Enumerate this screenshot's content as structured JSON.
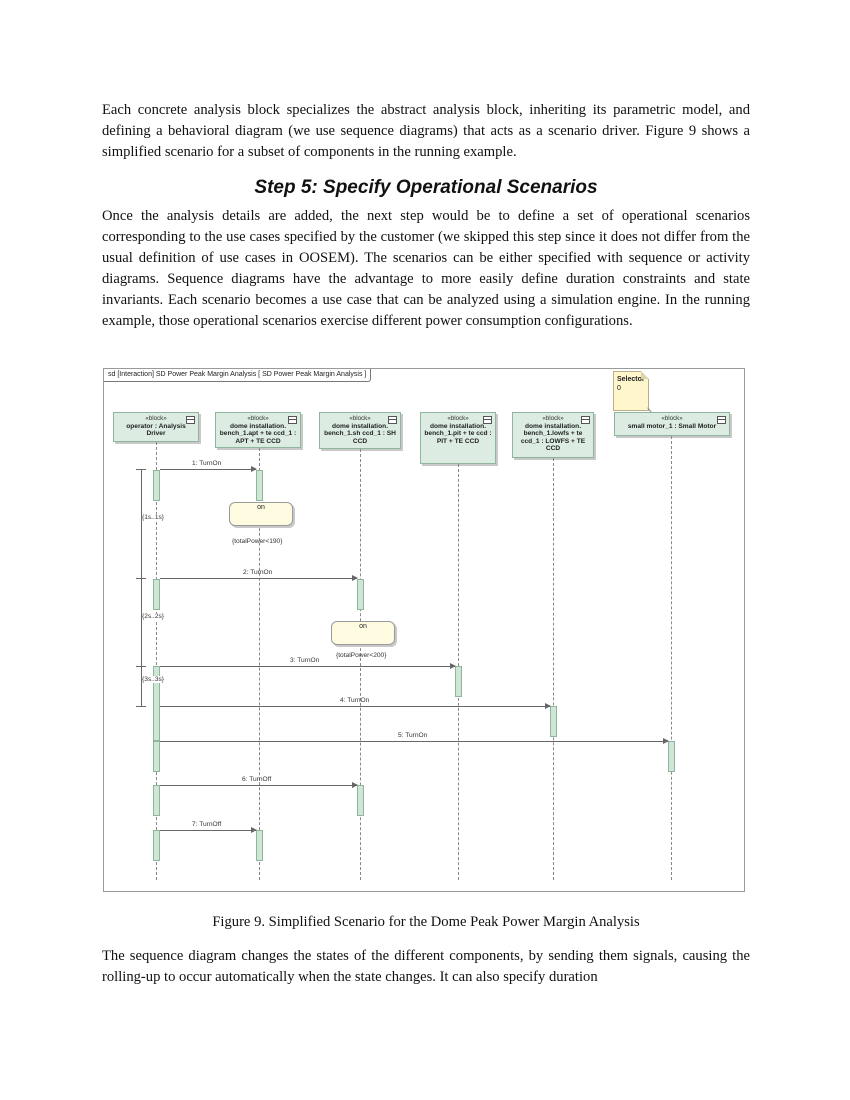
{
  "paragraphs": {
    "intro": "Each concrete analysis block specializes the abstract analysis block, inheriting its parametric model, and defining a behavioral diagram (we use sequence diagrams) that acts as a scenario driver. Figure 9 shows a simplified scenario for a subset of components in the running example.",
    "step5": "Once the analysis details are added, the next step would be to define a set of operational scenarios corresponding to the use cases specified by the customer (we skipped this step since it does not differ from the usual definition of use cases in OOSEM). The scenarios can be either specified with sequence or activity diagrams. Sequence diagrams have the advantage to more easily define duration constraints and state invariants. Each scenario becomes a use case that can be analyzed using a simulation engine. In the running example, those operational scenarios exercise different power consumption configurations.",
    "after": "The sequence diagram changes the states of the different components, by sending them signals, causing the rolling-up to occur automatically when the state changes. It can also specify duration"
  },
  "heading": "Step 5: Specify Operational Scenarios",
  "caption": "Figure 9. Simplified Scenario for the Dome Peak Power Margin Analysis",
  "diagram": {
    "frame_label": "sd [Interaction] SD Power Peak Margin Analysis [ SD Power Peak Margin Analysis ]",
    "note": {
      "name": "Selector",
      "value": "0"
    },
    "lifelines": [
      {
        "stereotype": "«block»",
        "name": "operator : Analysis Driver"
      },
      {
        "stereotype": "«block»",
        "name": "dome installation. bench_1.apt + te ccd_1 : APT + TE CCD"
      },
      {
        "stereotype": "«block»",
        "name": "dome installation. bench_1.sh ccd_1 : SH CCD"
      },
      {
        "stereotype": "«block»",
        "name": "dome installation. bench_1.pit + te ccd : PIT + TE CCD"
      },
      {
        "stereotype": "«block»",
        "name": "dome installation. bench_1.lowfs + te ccd_1 : LOWFS + TE CCD"
      },
      {
        "stereotype": "«block»",
        "name": "small motor_1 : Small Motor"
      }
    ],
    "messages": [
      "1: TurnOn",
      "2: TurnOn",
      "3: TurnOn",
      "4: TurnOn",
      "5: TurnOn",
      "6: TurnOff",
      "7: TurnOff"
    ],
    "states": [
      "on",
      "on"
    ],
    "constraints": [
      "{totalPower<190}",
      "{totalPower<200}"
    ],
    "durations": [
      "{1s..1s}",
      "{2s..2s}",
      "{3s..3s}"
    ]
  }
}
